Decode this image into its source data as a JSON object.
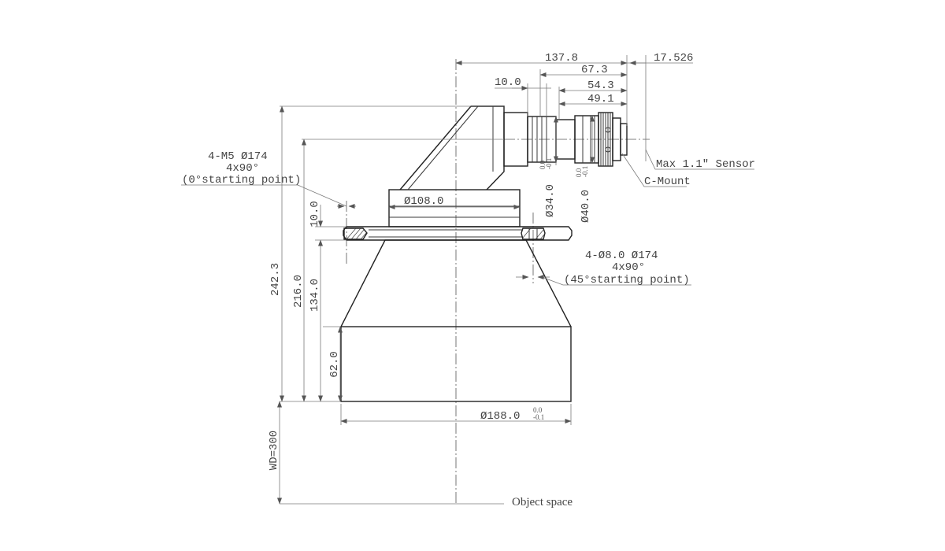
{
  "dimensions": {
    "top_overall": "137.8",
    "sensor_offset": "17.526",
    "d_67_3": "67.3",
    "d_10_0_top": "10.0",
    "d_54_3": "54.3",
    "d_49_1": "49.1",
    "height_242_3": "242.3",
    "height_216_0": "216.0",
    "flange_10_0": "10.0",
    "height_134_0": "134.0",
    "height_62_0": "62.0",
    "dia_108": "Ø108.0",
    "dia_34": "Ø34.0",
    "dia_40": "Ø40.0",
    "dia_188": "Ø188.0",
    "tol_upper": "0.0",
    "tol_lower": "-0.1",
    "wd": "WD=300"
  },
  "callouts": {
    "m5_line1": "4-M5  Ø174",
    "m5_line2": "4x90°",
    "m5_line3": "(0°starting point)",
    "hole_line1": "4-Ø8.0  Ø174",
    "hole_line2": "4x90°",
    "hole_line3": "(45°starting point)",
    "sensor": "Max 1.1\" Sensor",
    "mount": "C-Mount",
    "object_space": "Object space"
  }
}
